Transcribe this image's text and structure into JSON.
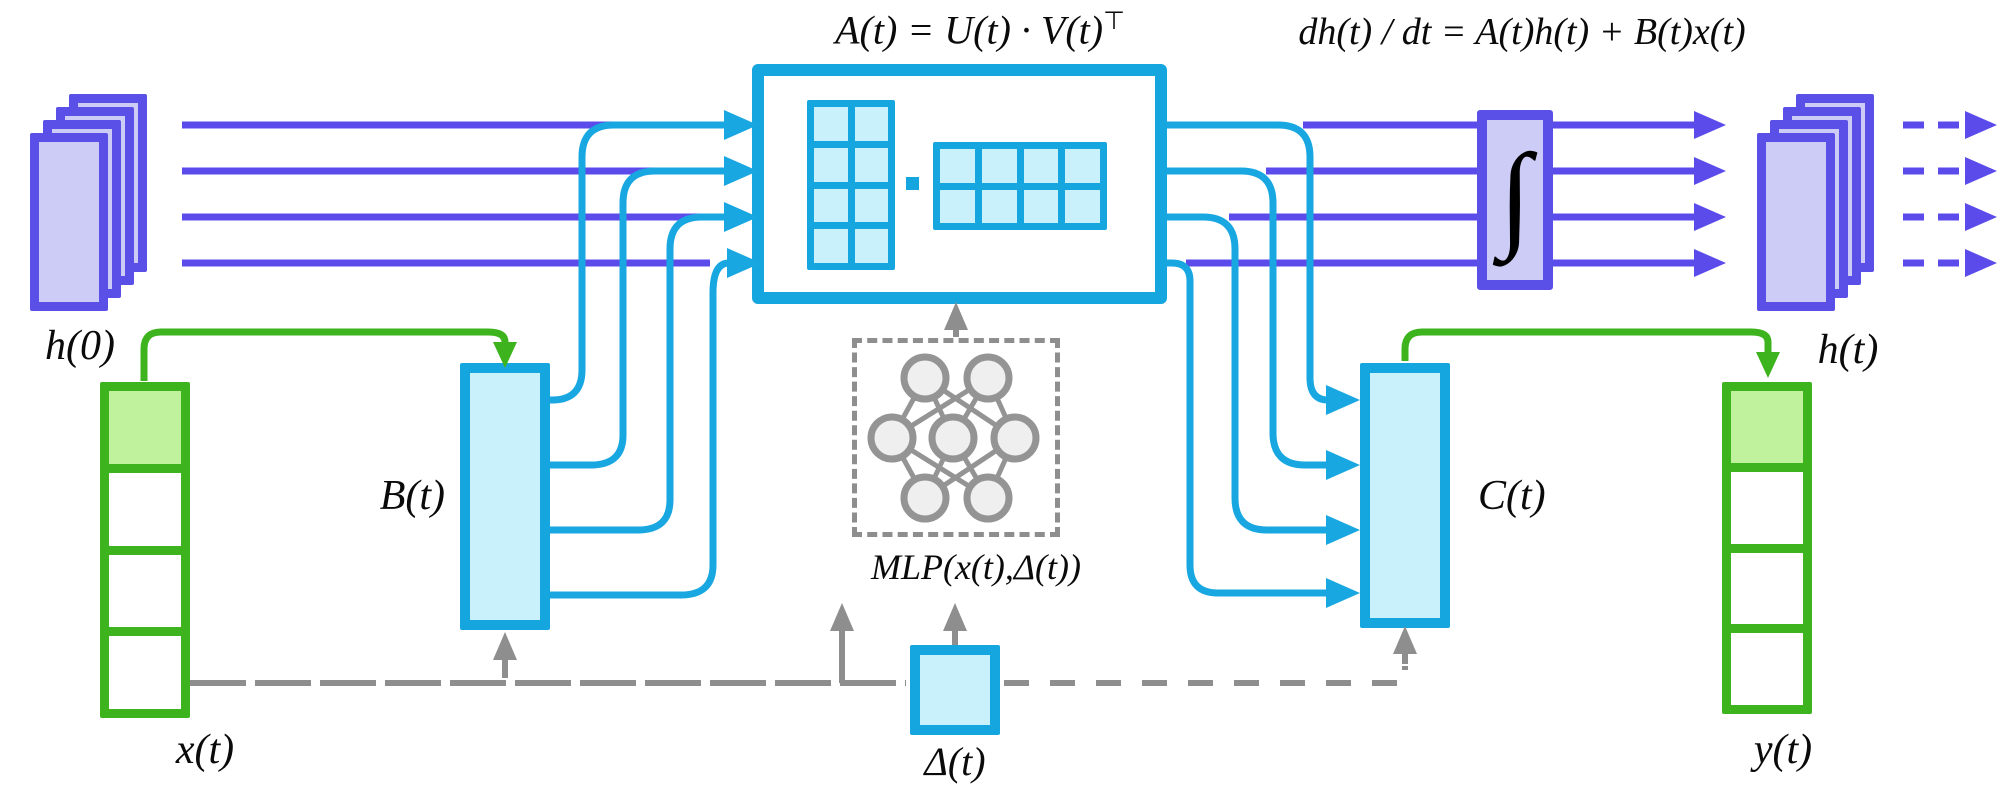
{
  "formulas": {
    "factorization_main": "A(t) = U(t) · V(t)",
    "factorization_sup": "⊤",
    "ode": "dh(t) / dt = A(t)h(t) + B(t)x(t)"
  },
  "labels": {
    "initial_hidden_state": "h(0)",
    "hidden_state": "h(t)",
    "input_vector": "x(t)",
    "output_vector": "y(t)",
    "b_matrix": "B(t)",
    "c_matrix": "C(t)",
    "delta": "Δ(t)",
    "mlp": "MLP(x(t),Δ(t))",
    "integral_symbol": "∫"
  },
  "colors": {
    "state_line_purple": "#5b4beb",
    "box_cyan": "#15a6e0",
    "line_cyan": "#18a7e1",
    "cyan_fill": "#c9f1fb",
    "green": "#3db41d",
    "green_fill": "#c0f29e",
    "lavender_fill": "#cdccf6",
    "gray": "#8e8e8e"
  },
  "icons": {
    "mlp_network": "neural-network-icon",
    "integral": "integral-icon"
  }
}
